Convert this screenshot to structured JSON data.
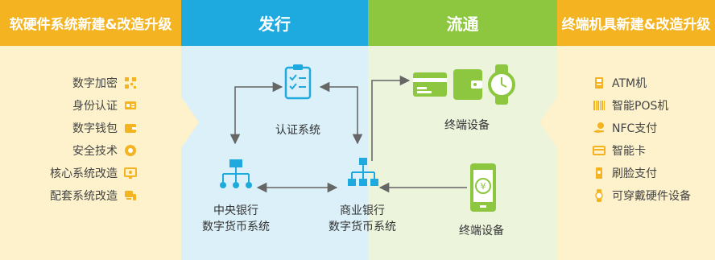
{
  "headers": {
    "left": "软硬件系统新建&改造升级",
    "issue": "发行",
    "circulation": "流通",
    "right": "终端机具新建&改造升级"
  },
  "left_items": [
    {
      "label": "数字加密",
      "icon": "qr-grid-icon"
    },
    {
      "label": "身份认证",
      "icon": "id-card-icon"
    },
    {
      "label": "数字钱包",
      "icon": "wallet-icon"
    },
    {
      "label": "安全技术",
      "icon": "aperture-icon"
    },
    {
      "label": "核心系统改造",
      "icon": "monitor-icon"
    },
    {
      "label": "配套系统改造",
      "icon": "devices-icon"
    }
  ],
  "right_items": [
    {
      "label": "ATM机",
      "icon": "atm-icon"
    },
    {
      "label": "智能POS机",
      "icon": "barcode-icon"
    },
    {
      "label": "NFC支付",
      "icon": "hand-coin-icon"
    },
    {
      "label": "智能卡",
      "icon": "card-icon"
    },
    {
      "label": "刷脸支付",
      "icon": "face-pay-icon"
    },
    {
      "label": "可穿戴硬件设备",
      "icon": "watch-icon"
    }
  ],
  "nodes": {
    "auth": "认证系统",
    "central_bank": [
      "中央银行",
      "数字货币系统"
    ],
    "commercial_bank": [
      "商业银行",
      "数字货币系统"
    ],
    "terminal_top": "终端设备",
    "terminal_bottom": "终端设备"
  },
  "colors": {
    "orange": "#f4b421",
    "blue": "#1eaadf",
    "green": "#8dc63f",
    "arrow": "#666666"
  }
}
